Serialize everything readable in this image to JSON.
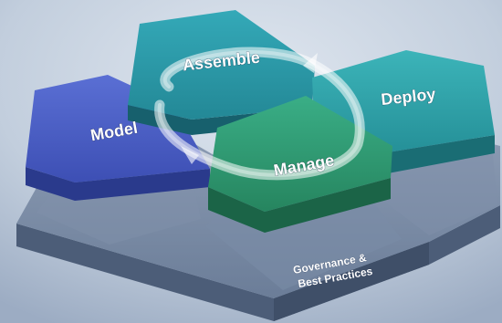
{
  "diagram": {
    "stages": {
      "model": "Model",
      "assemble": "Assemble",
      "deploy": "Deploy",
      "manage": "Manage"
    },
    "base": {
      "line1": "Governance &",
      "line2": "Best Practices"
    }
  },
  "colors": {
    "background": "#b4c2d6",
    "model": "#4558bf",
    "assemble": "#2a97a8",
    "deploy": "#2e9fa6",
    "manage": "#2f9977",
    "governance": "#6f829e",
    "cycle_arrow": "#ffffff"
  }
}
